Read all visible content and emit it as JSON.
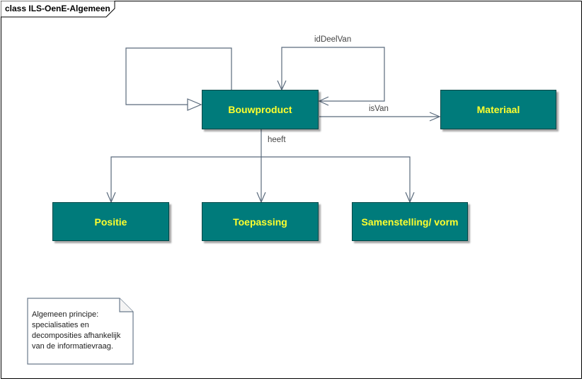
{
  "frame": {
    "title": "class ILS-OenE-Algemeen"
  },
  "classes": {
    "bouwproduct": "Bouwproduct",
    "materiaal": "Materiaal",
    "positie": "Positie",
    "toepassing": "Toepassing",
    "samenstelling": "Samenstelling/ vorm"
  },
  "connectors": {
    "id_deel_van": "idDeelVan",
    "is_van": "isVan",
    "heeft": "heeft"
  },
  "note": {
    "lines": [
      "Algemeen principe:",
      "specialisaties en",
      "decomposities afhankelijk",
      "van de informatievraag."
    ]
  },
  "colors": {
    "class_fill": "#007b7b",
    "class_text": "#ffff2e",
    "connector": "#5a6a7c"
  }
}
